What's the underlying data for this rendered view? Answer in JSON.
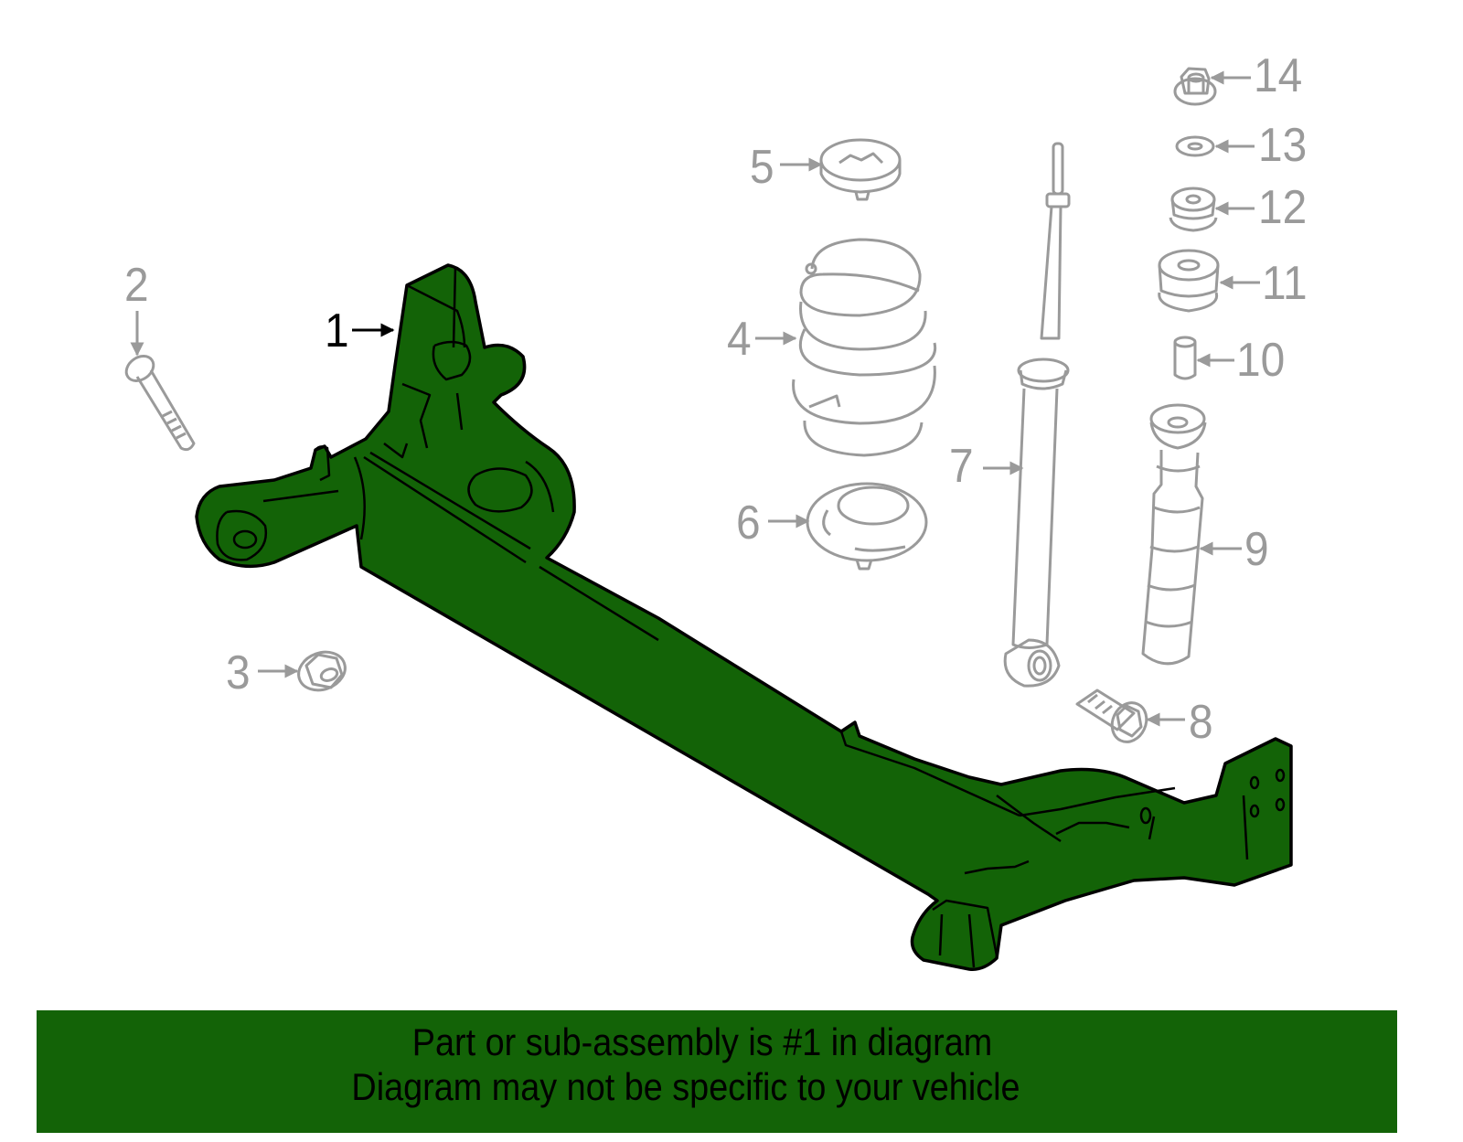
{
  "diagram": {
    "title": "Rear axle beam assembly exploded parts diagram",
    "highlight_color": "#136307",
    "line_color_highlight": "#000000",
    "line_color_other": "#9a9a9a",
    "callouts": [
      {
        "number": "1",
        "part": "axle-beam-assembly",
        "highlighted": true
      },
      {
        "number": "2",
        "part": "bolt"
      },
      {
        "number": "3",
        "part": "flange-nut"
      },
      {
        "number": "4",
        "part": "coil-spring"
      },
      {
        "number": "5",
        "part": "upper-spring-seat"
      },
      {
        "number": "6",
        "part": "lower-spring-seat"
      },
      {
        "number": "7",
        "part": "shock-absorber"
      },
      {
        "number": "8",
        "part": "flange-bolt"
      },
      {
        "number": "9",
        "part": "bump-stop-dust-boot"
      },
      {
        "number": "10",
        "part": "sleeve"
      },
      {
        "number": "11",
        "part": "lower-mount-bushing"
      },
      {
        "number": "12",
        "part": "upper-mount-bushing"
      },
      {
        "number": "13",
        "part": "washer"
      },
      {
        "number": "14",
        "part": "flange-nut"
      }
    ]
  },
  "banner": {
    "line1": "Part or sub-assembly is #1 in diagram",
    "line2": "Diagram may not be specific to your vehicle",
    "background": "#136307"
  }
}
